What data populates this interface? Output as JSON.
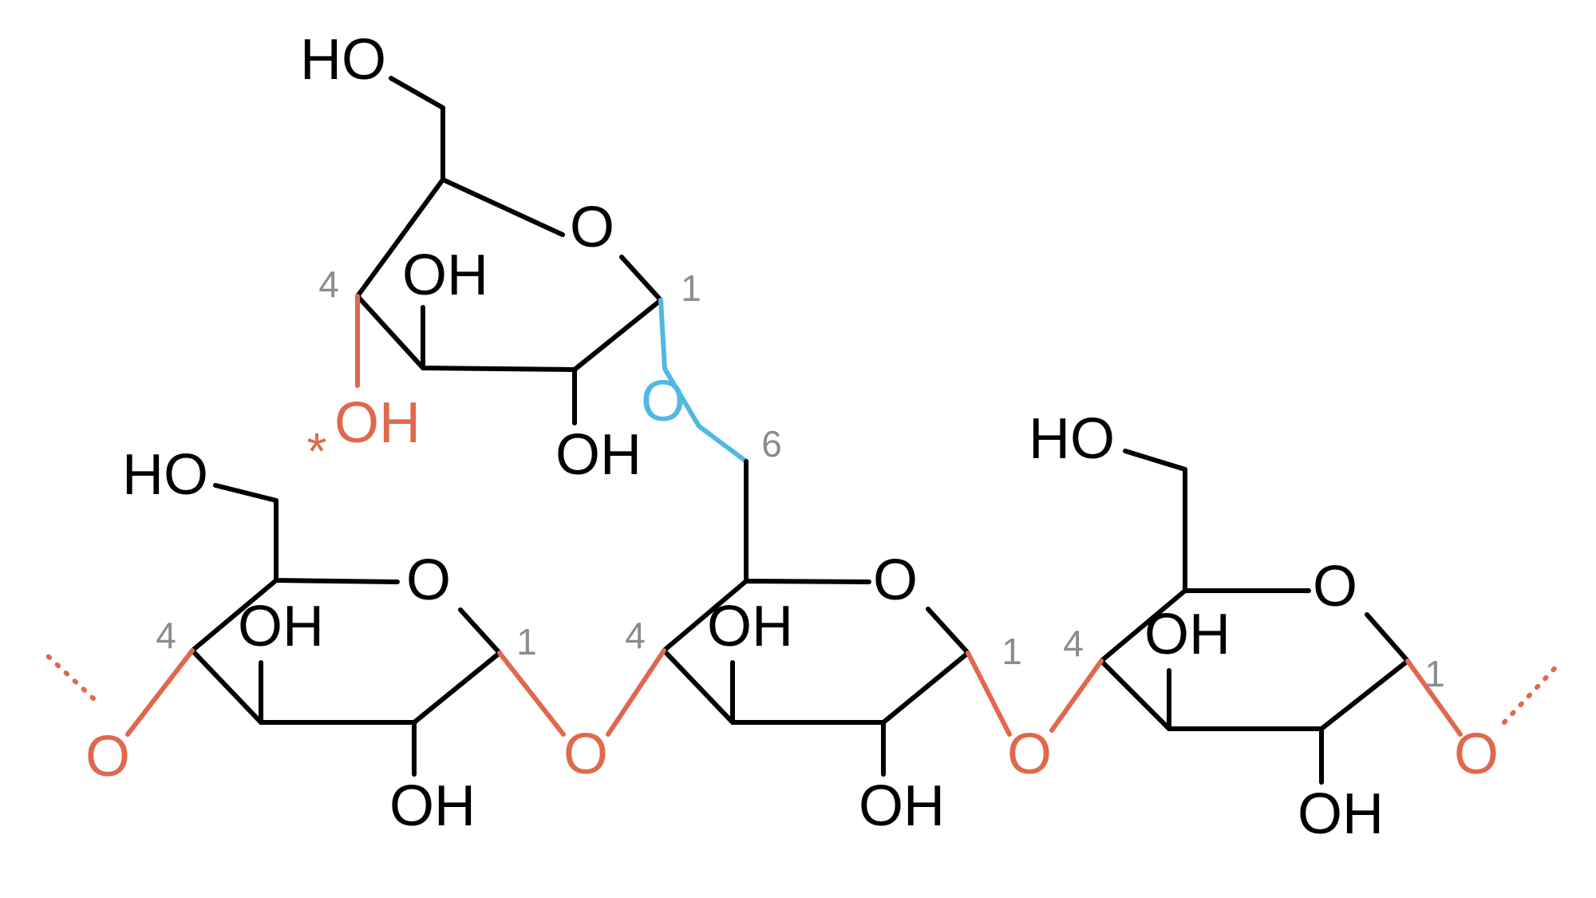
{
  "colors": {
    "bond": "#000000",
    "glycosidic_1_4": "#e0684d",
    "glycosidic_1_6": "#52b8e3",
    "position_number": "#8c8c8c"
  },
  "labels": {
    "ring_oxygen": "O",
    "hydroxyl": "OH",
    "hydroxymethyl": "HO",
    "linkage_oxygen": "O",
    "reducing_end_marker": "*",
    "pos_1": "1",
    "pos_4": "4",
    "pos_6": "6"
  }
}
